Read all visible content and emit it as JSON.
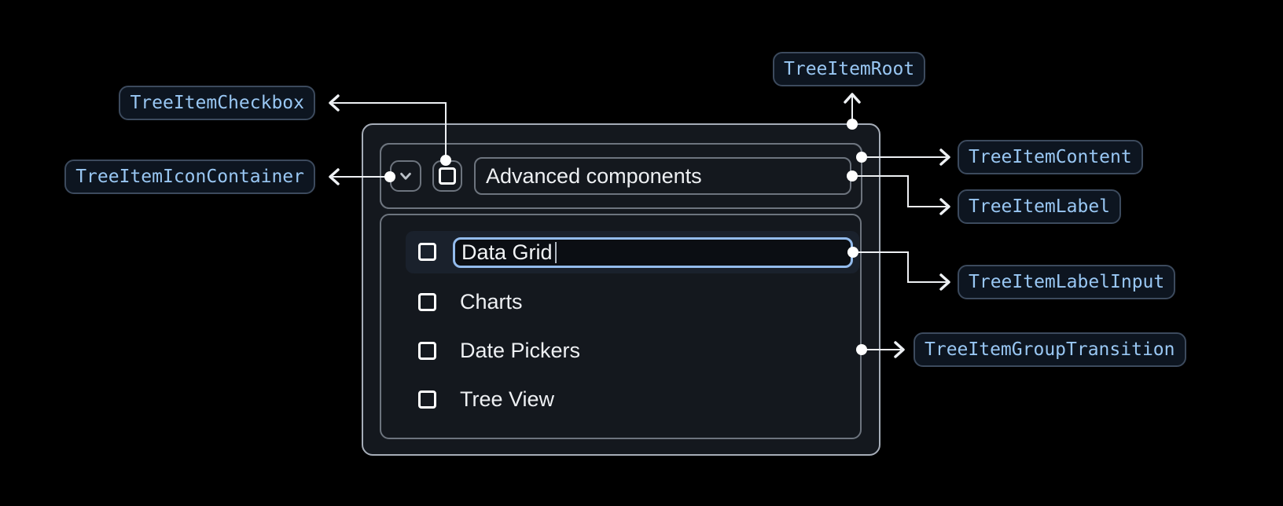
{
  "badges": {
    "root": "TreeItemRoot",
    "checkbox": "TreeItemCheckbox",
    "icon_container": "TreeItemIconContainer",
    "content": "TreeItemContent",
    "label": "TreeItemLabel",
    "label_input": "TreeItemLabelInput",
    "group_transition": "TreeItemGroupTransition"
  },
  "tree": {
    "parent_label": "Advanced components",
    "children": [
      {
        "label": "Data Grid",
        "state": "editing"
      },
      {
        "label": "Charts",
        "state": "normal"
      },
      {
        "label": "Date Pickers",
        "state": "normal"
      },
      {
        "label": "Tree View",
        "state": "normal"
      }
    ],
    "expanded": true,
    "checkboxes_checked": false
  },
  "colors": {
    "page_bg": "#000000",
    "surface_bg": "#14181e",
    "outline": "#6d747e",
    "root_outline": "#a6adb8",
    "row_highlight": "#1a212c",
    "focus_ring": "#93bbec",
    "input_bg": "#0b0e13",
    "badge_bg": "#0d1520",
    "badge_border": "#3c4a5d",
    "badge_text": "#99c7f3",
    "connector": "#eef1f4",
    "tree_text": "#eef0f3"
  }
}
